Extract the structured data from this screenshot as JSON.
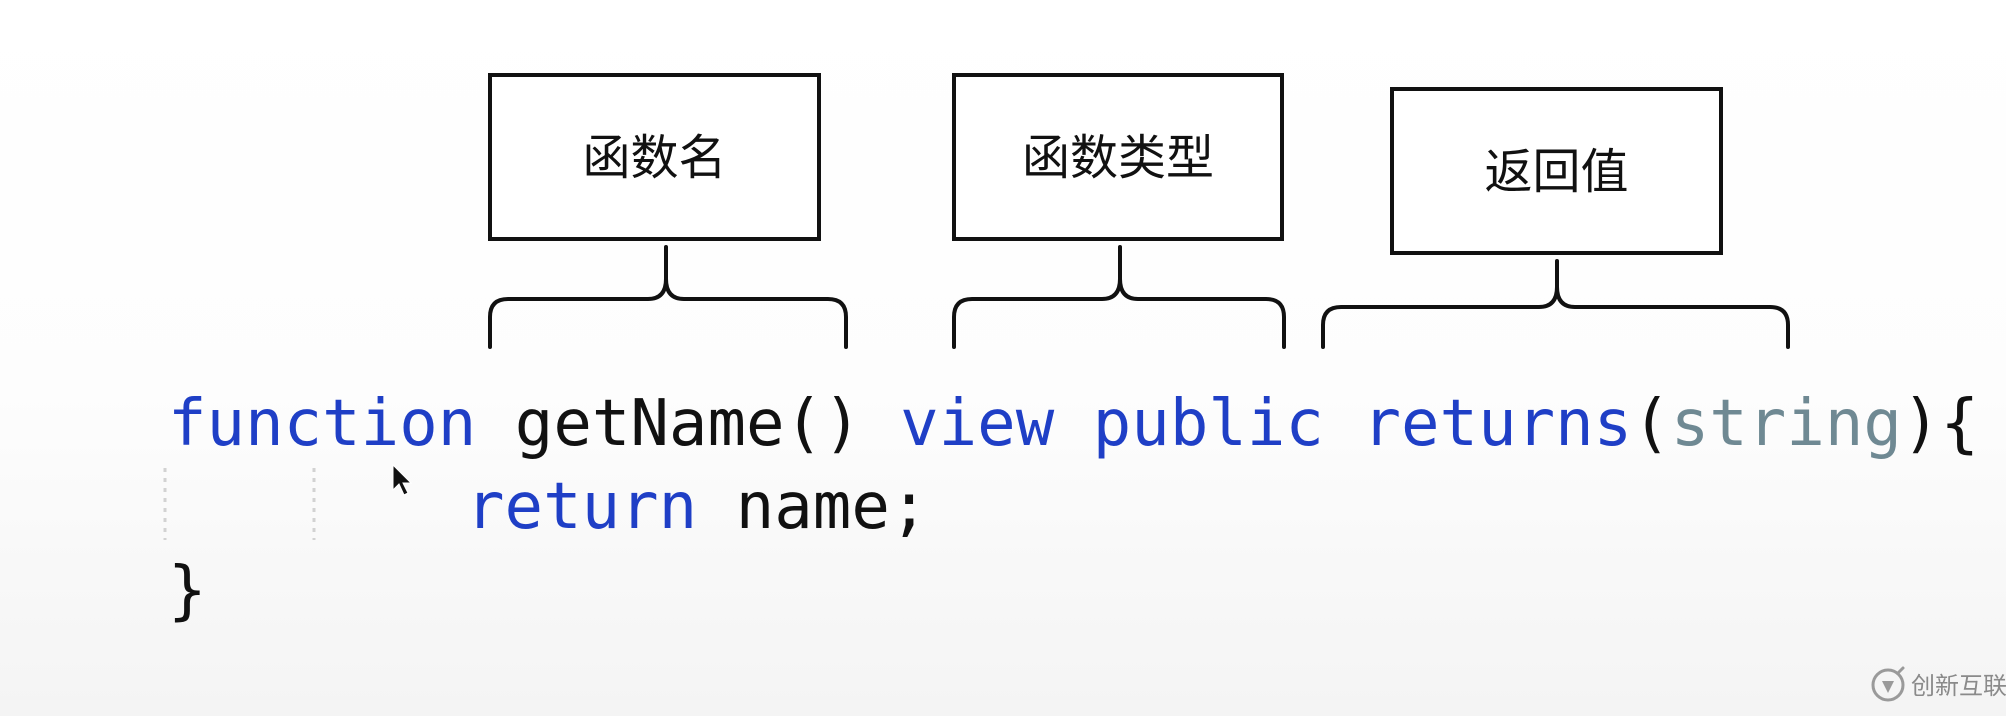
{
  "labels": {
    "function_name": "函数名",
    "function_type": "函数类型",
    "return_value": "返回值"
  },
  "code": {
    "line1": {
      "keyword_function": "function",
      "name": "getName()",
      "keyword_view": "view",
      "keyword_public": "public",
      "keyword_returns": "returns",
      "paren_open": "(",
      "type_string": "string",
      "close_and_brace": "){"
    },
    "line2": {
      "keyword_return": "return",
      "value": "name;"
    },
    "line3": {
      "close_brace": "}"
    }
  },
  "watermark": {
    "text": "创新互联"
  },
  "colors": {
    "keyword": "#1f3fc6",
    "type": "#6f8993",
    "plain": "#111111"
  },
  "icons": {
    "cursor": "mouse-pointer-icon",
    "watermark_logo": "brand-logo-icon"
  }
}
